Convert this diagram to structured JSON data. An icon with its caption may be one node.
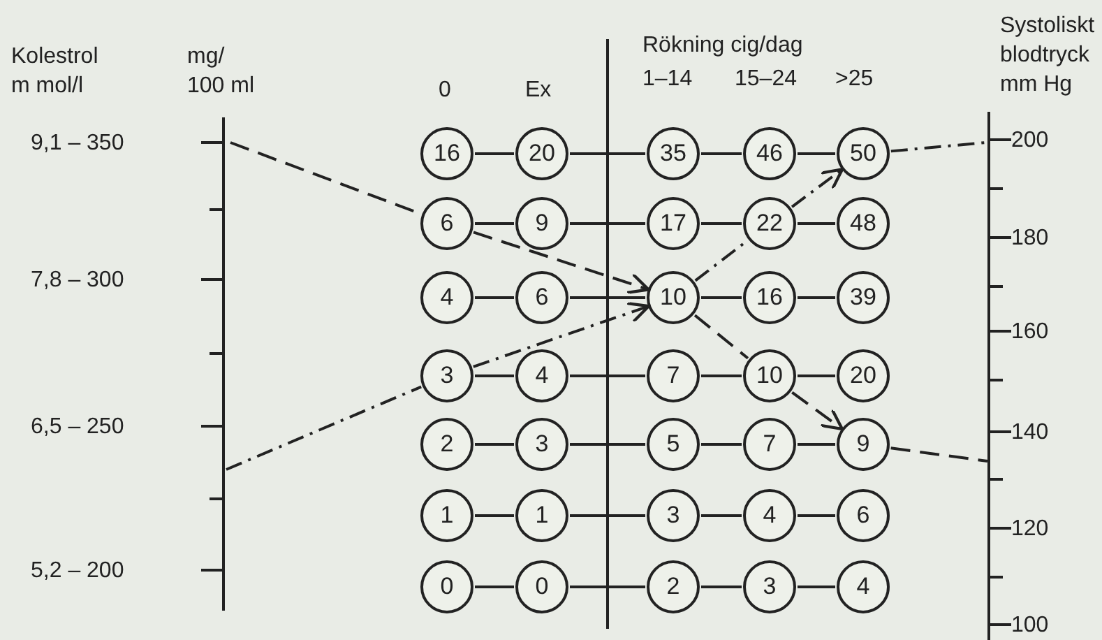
{
  "diagram": {
    "nodes": [
      {
        "text": [
          "16"
        ]
      },
      {
        "text": [
          "20"
        ]
      },
      {
        "text": [
          "35"
        ]
      },
      {
        "text": [
          "46"
        ]
      },
      {
        "text": [
          "50"
        ]
      },
      {
        "text": [
          "6"
        ]
      },
      {
        "text": [
          "9"
        ]
      },
      {
        "text": [
          "17"
        ]
      },
      {
        "text": [
          "22"
        ]
      },
      {
        "text": [
          "48"
        ]
      },
      {
        "text": [
          "4"
        ]
      },
      {
        "text": [
          "6"
        ]
      },
      {
        "text": [
          "10"
        ]
      },
      {
        "text": [
          "16"
        ]
      },
      {
        "text": [
          "39"
        ]
      },
      {
        "text": [
          "3"
        ]
      },
      {
        "text": [
          "4"
        ]
      },
      {
        "text": [
          "7"
        ]
      },
      {
        "text": [
          "10"
        ]
      },
      {
        "text": [
          "20"
        ]
      },
      {
        "text": [
          "2"
        ]
      },
      {
        "text": [
          "3"
        ]
      },
      {
        "text": [
          "5"
        ]
      },
      {
        "text": [
          "7"
        ]
      },
      {
        "text": [
          "9"
        ]
      },
      {
        "text": [
          "1"
        ]
      },
      {
        "text": [
          "1"
        ]
      },
      {
        "text": [
          "3"
        ]
      },
      {
        "text": [
          "4"
        ]
      },
      {
        "text": [
          "6"
        ]
      },
      {
        "text": [
          "0"
        ]
      },
      {
        "text": [
          "0"
        ]
      },
      {
        "text": [
          "2"
        ]
      },
      {
        "text": [
          "3"
        ]
      },
      {
        "text": [
          "4"
        ]
      },
      {
        "text": [],
        "shape": "bar"
      },
      {
        "text": [],
        "shape": "bar"
      }
    ],
    "edges": [
      {
        "from": 0,
        "to": 1,
        "arrow": "none"
      },
      {
        "from": 1,
        "to": 2,
        "arrow": "none"
      },
      {
        "from": 2,
        "to": 3,
        "arrow": "none"
      },
      {
        "from": 3,
        "to": 4,
        "arrow": "none"
      },
      {
        "from": 5,
        "to": 6,
        "arrow": "none"
      },
      {
        "from": 6,
        "to": 7,
        "arrow": "none"
      },
      {
        "from": 7,
        "to": 8,
        "arrow": "none"
      },
      {
        "from": 8,
        "to": 9,
        "arrow": "none"
      },
      {
        "from": 10,
        "to": 11,
        "arrow": "none"
      },
      {
        "from": 11,
        "to": 12,
        "arrow": "none"
      },
      {
        "from": 12,
        "to": 13,
        "arrow": "none"
      },
      {
        "from": 13,
        "to": 14,
        "arrow": "none"
      },
      {
        "from": 15,
        "to": 16,
        "arrow": "none"
      },
      {
        "from": 16,
        "to": 17,
        "arrow": "none"
      },
      {
        "from": 17,
        "to": 18,
        "arrow": "none"
      },
      {
        "from": 18,
        "to": 19,
        "arrow": "none"
      },
      {
        "from": 20,
        "to": 21,
        "arrow": "none"
      },
      {
        "from": 21,
        "to": 22,
        "arrow": "none"
      },
      {
        "from": 22,
        "to": 23,
        "arrow": "none"
      },
      {
        "from": 23,
        "to": 24,
        "arrow": "none"
      },
      {
        "from": 25,
        "to": 26,
        "arrow": "none"
      },
      {
        "from": 26,
        "to": 27,
        "arrow": "none"
      },
      {
        "from": 27,
        "to": 28,
        "arrow": "none"
      },
      {
        "from": 28,
        "to": 29,
        "arrow": "none"
      },
      {
        "from": 30,
        "to": 31,
        "arrow": "none"
      },
      {
        "from": 31,
        "to": 32,
        "arrow": "none"
      },
      {
        "from": 32,
        "to": 33,
        "arrow": "none"
      },
      {
        "from": 33,
        "to": 34,
        "arrow": "none"
      },
      {
        "from": 35,
        "to": 5,
        "arrow": "none",
        "style": "dashed"
      },
      {
        "from": 5,
        "to": 12,
        "arrow": "to",
        "style": "dashed"
      },
      {
        "from": 12,
        "to": 18,
        "arrow": "none",
        "style": "dashed"
      },
      {
        "from": 18,
        "to": 24,
        "arrow": "to",
        "style": "dashed"
      },
      {
        "from": 24,
        "to": 36,
        "arrow": "none",
        "style": "dashed"
      },
      {
        "from": 35,
        "to": 15,
        "arrow": "none",
        "style": "dashed"
      },
      {
        "from": 15,
        "to": 12,
        "arrow": "to",
        "style": "dashed"
      },
      {
        "from": 12,
        "to": 8,
        "arrow": "none",
        "style": "dashed"
      },
      {
        "from": 8,
        "to": 4,
        "arrow": "to",
        "style": "dashed"
      },
      {
        "from": 4,
        "to": 36,
        "arrow": "none",
        "style": "dashed"
      }
    ],
    "labels": [
      "Kolestrol m mol/l",
      "mg/ 100 ml",
      "0",
      "Ex",
      "Rökning cig/dag",
      "1–14",
      "15–24",
      ">25",
      "Systoliskt blodtryck mm Hg",
      "9,1 – 350",
      "200",
      "180",
      "7,8 – 300",
      "160",
      "6,5 – 250",
      "140",
      "120",
      "5,2 – 200",
      "100"
    ]
  }
}
